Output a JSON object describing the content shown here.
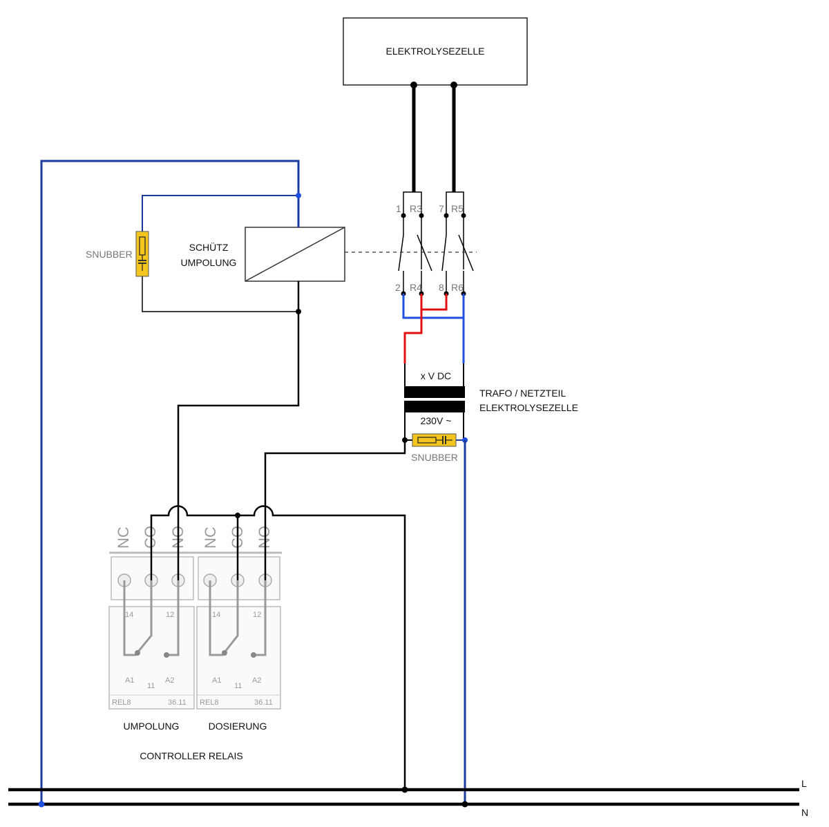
{
  "labels": {
    "cell": "ELEKTROLYSEZELLE",
    "snubber_left": "SNUBBER",
    "contactor_line1": "SCHÜTZ",
    "contactor_line2": "UMPOLUNG",
    "trafo_line1": "TRAFO  /  NETZTEIL",
    "trafo_line2": "ELEKTROLYSEZELLE",
    "dc_voltage": "x V DC",
    "ac_voltage": "230V ~",
    "snubber_bottom": "SNUBBER",
    "relay_left_label": "UMPOLUNG",
    "relay_right_label": "DOSIERUNG",
    "controller": "CONTROLLER RELAIS",
    "line_L": "L",
    "line_N": "N"
  },
  "contacts": {
    "c1": "1",
    "r3": "R3",
    "c7": "7",
    "r5": "R5",
    "c2": "2",
    "r4": "R4",
    "c8": "8",
    "r6": "R6"
  },
  "relays": [
    {
      "terminals": [
        "NC",
        "CO",
        "NO"
      ],
      "pin14": "14",
      "pin12": "12",
      "a1": "A1",
      "a2": "A2",
      "pin11": "11",
      "model": "REL8",
      "type": "36.11"
    },
    {
      "terminals": [
        "NC",
        "CO",
        "NO"
      ],
      "pin14": "14",
      "pin12": "12",
      "a1": "A1",
      "a2": "A2",
      "pin11": "11",
      "model": "REL8",
      "type": "36.11"
    }
  ],
  "colors": {
    "black_wire": "#000000",
    "blue_wire": "#1a3a9e",
    "bright_blue": "#1f4fe0",
    "red_wire": "#e01010",
    "snubber_fill": "#f2c61f",
    "relay_gray": "#b0b0b0"
  }
}
